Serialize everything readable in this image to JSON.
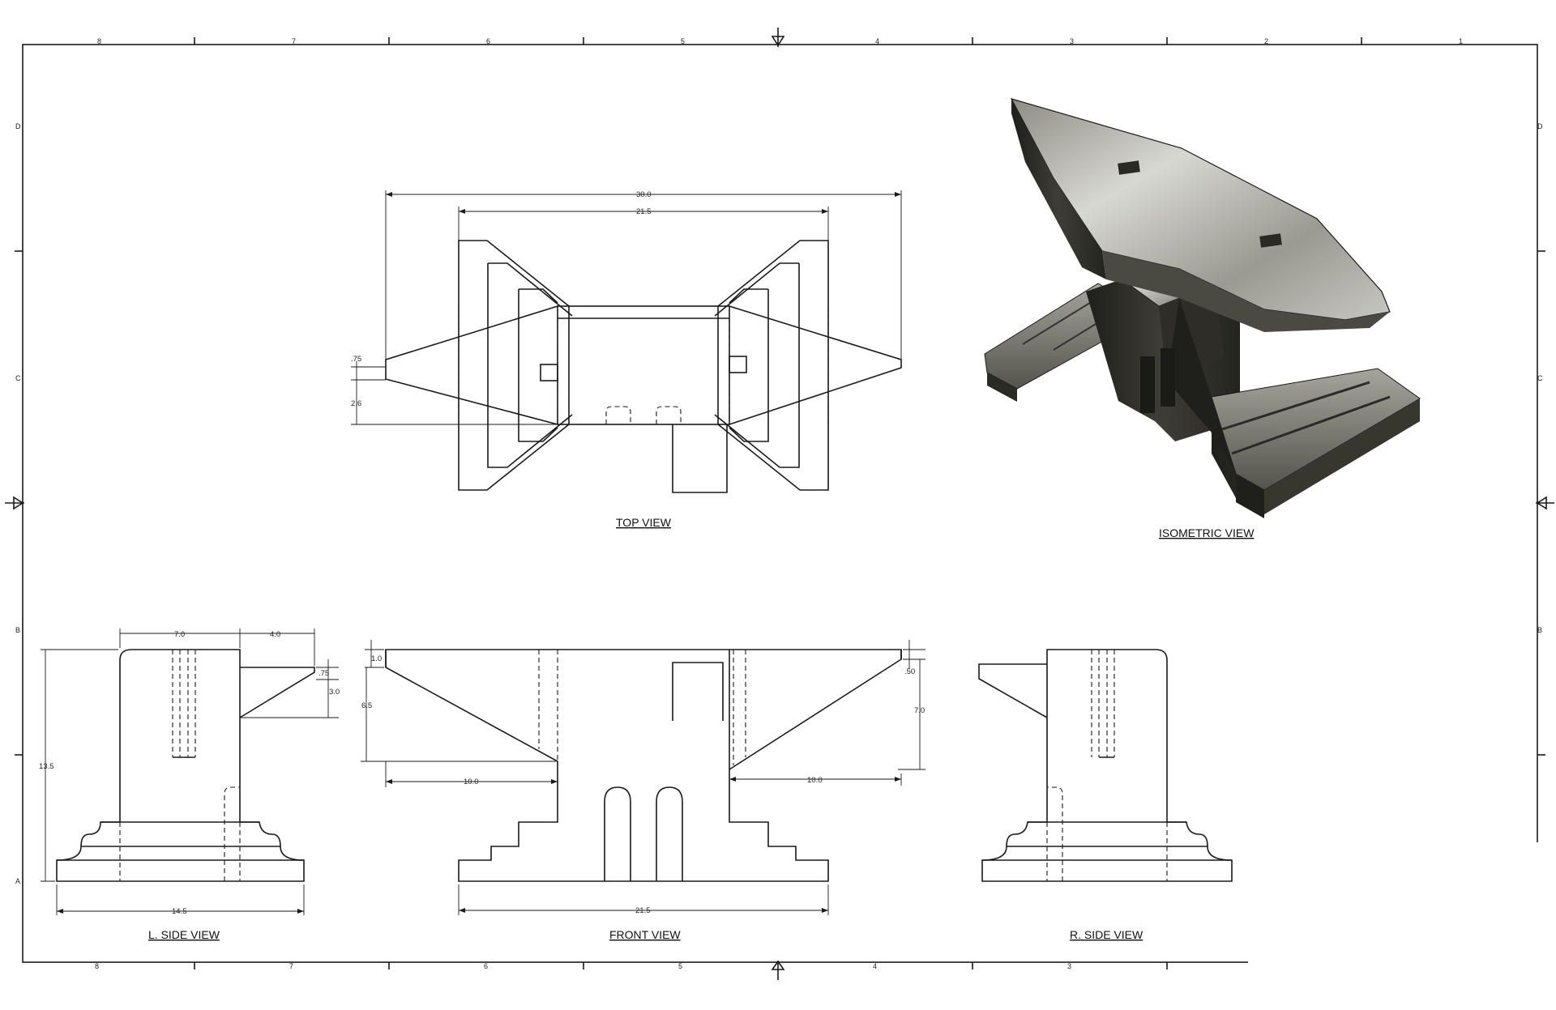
{
  "zones": {
    "columns_top": [
      "8",
      "7",
      "6",
      "5",
      "4",
      "3",
      "2",
      "1"
    ],
    "columns_bottom": [
      "8",
      "7",
      "6",
      "5",
      "4",
      "3"
    ],
    "rows_left": [
      "D",
      "C",
      "B",
      "A"
    ],
    "rows_right": [
      "D",
      "C",
      "B"
    ]
  },
  "views": {
    "top": "TOP VIEW",
    "isometric": "ISOMETRIC VIEW",
    "left_side": "L. SIDE VIEW",
    "front": "FRONT VIEW",
    "right_side": "R. SIDE VIEW"
  },
  "dimensions": {
    "top": {
      "overall_length": "30.0",
      "body_length": "21.5",
      "tip": ".75",
      "horn_width": "2.6"
    },
    "left_side": {
      "face": "7.0",
      "horn": "4.0",
      "horn_tip": ".75",
      "horn_height": "3.0",
      "height": "13.5",
      "base": "14.5"
    },
    "front": {
      "top_thickness": "1.0",
      "horn_depth": "6.5",
      "horn_len_left": "10.0",
      "horn_len_right": "10.0",
      "heel": ".50",
      "heel_depth": "7.0",
      "base": "21.5"
    }
  },
  "colors": {
    "line": "#1a1a1a",
    "render_dark": "#2b2b26",
    "render_light": "#b9b9b2"
  }
}
